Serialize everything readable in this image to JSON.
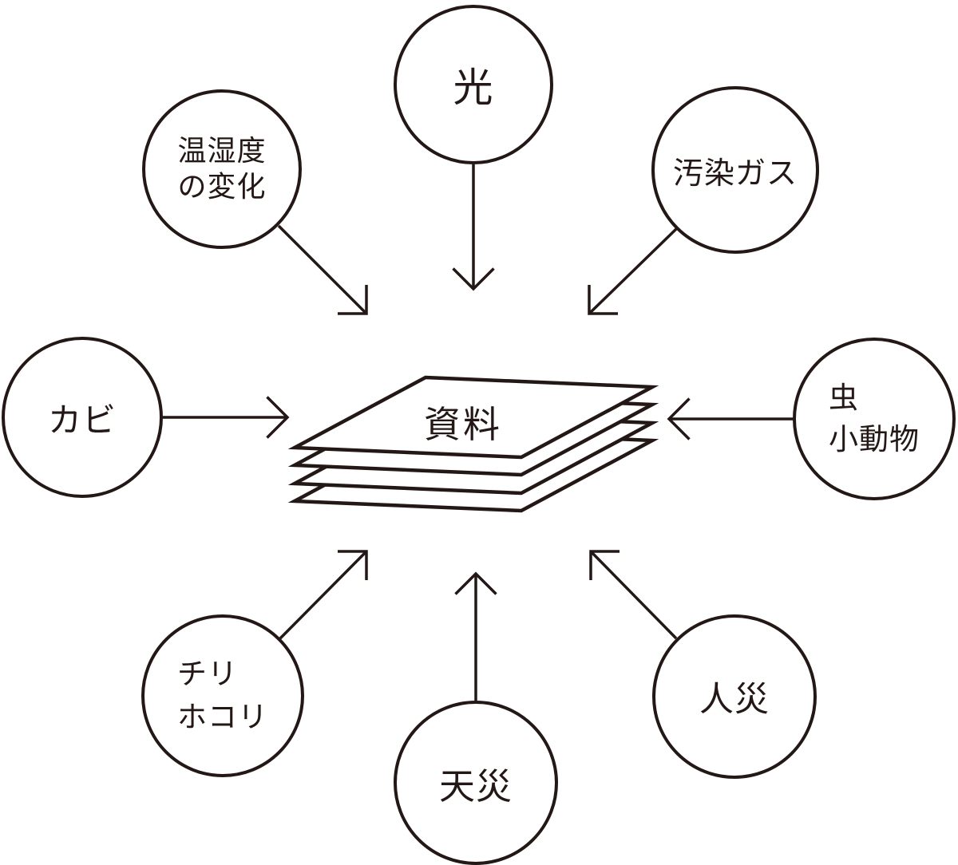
{
  "diagram": {
    "title_semantic": "threats-to-archival-materials",
    "center": {
      "label": "資料"
    },
    "threats": [
      {
        "id": "light",
        "label": "光"
      },
      {
        "id": "temp-humidity",
        "label": "温湿度\nの変化"
      },
      {
        "id": "pollutant-gas",
        "label": "汚染ガス"
      },
      {
        "id": "mold",
        "label": "カビ"
      },
      {
        "id": "insects",
        "label": "虫\n小動物"
      },
      {
        "id": "dust",
        "label": "チリ\nホコリ"
      },
      {
        "id": "natural-disaster",
        "label": "天災"
      },
      {
        "id": "man-made-disaster",
        "label": "人災"
      }
    ],
    "colors": {
      "line": "#231815",
      "background": "#ffffff"
    }
  }
}
